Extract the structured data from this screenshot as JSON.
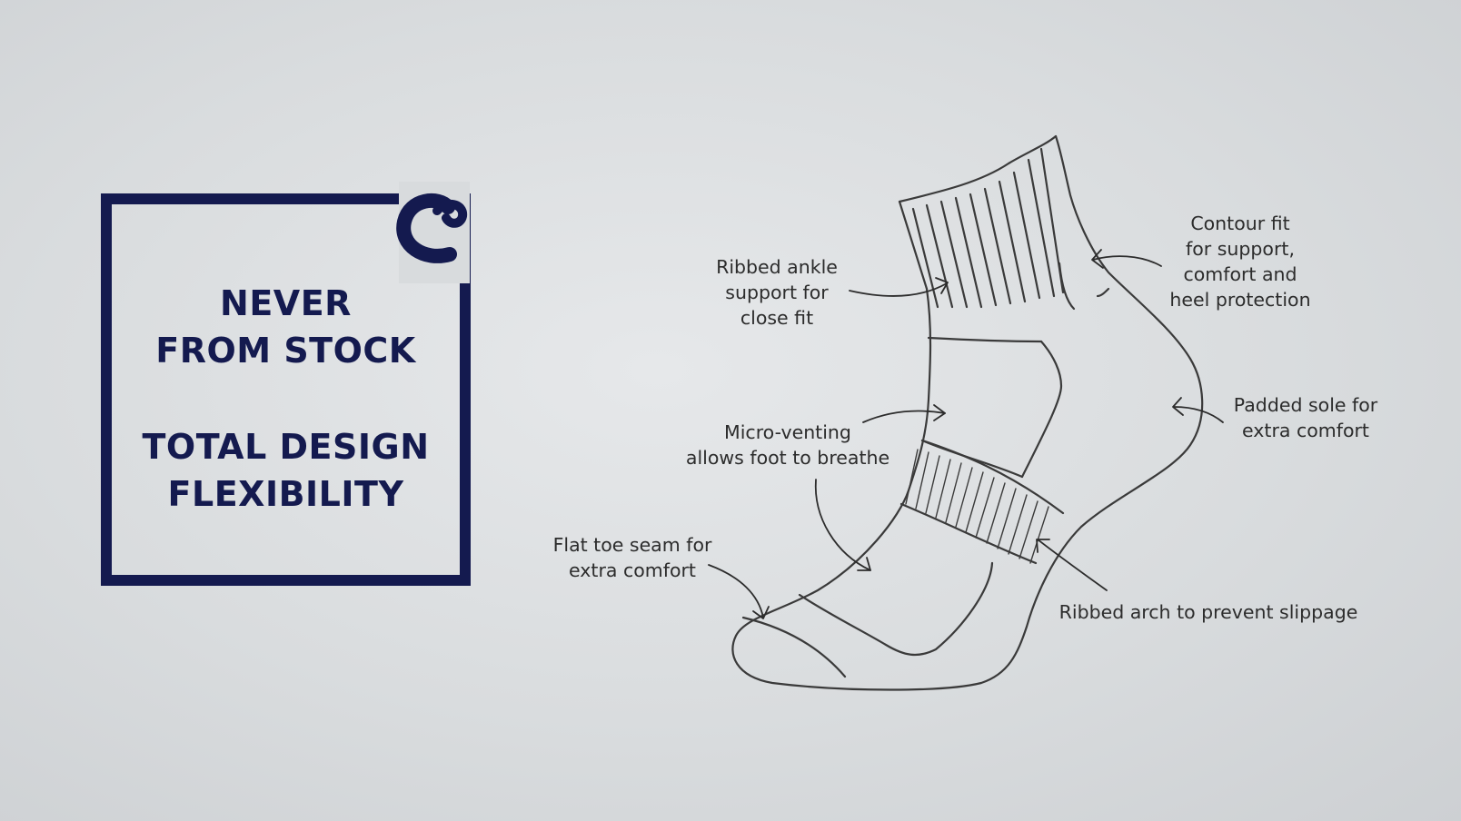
{
  "headline": {
    "line1": "NEVER",
    "line2": "FROM STOCK",
    "line3": "TOTAL DESIGN",
    "line4": "FLEXIBILITY"
  },
  "callouts": {
    "ribbed_ankle": [
      "Ribbed ankle",
      "support for",
      "close fit"
    ],
    "contour_fit": [
      "Contour fit",
      "for support,",
      "comfort and",
      "heel protection"
    ],
    "micro_venting": [
      "Micro-venting",
      "allows foot to breathe"
    ],
    "padded_sole": [
      "Padded sole for",
      "extra comfort"
    ],
    "flat_toe": [
      "Flat toe seam for",
      "extra comfort"
    ],
    "ribbed_arch": [
      "Ribbed arch to prevent slippage"
    ]
  },
  "colors": {
    "brand_navy": "#141a4f",
    "line_ink": "#3a3a3a",
    "background": "#d9dcde"
  },
  "icons": {
    "logo": "c-logo-icon"
  }
}
